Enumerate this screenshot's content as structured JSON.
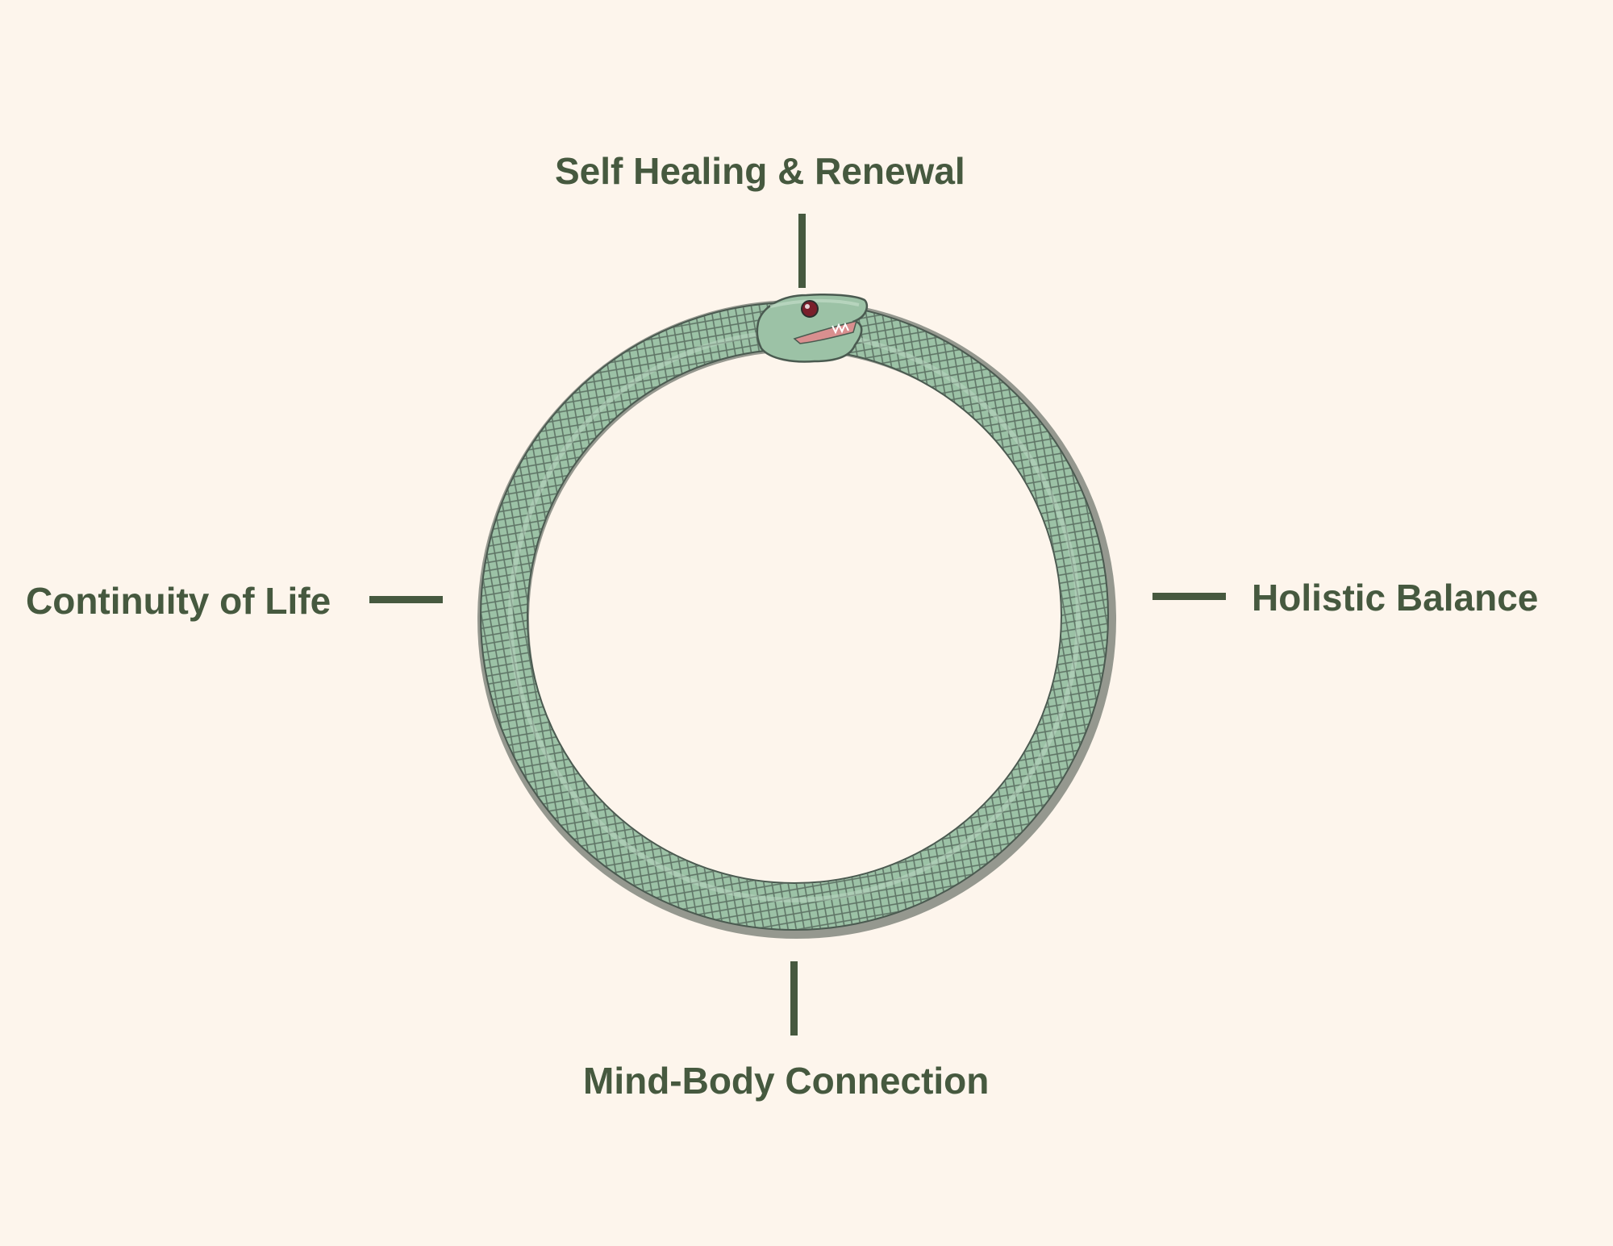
{
  "colors": {
    "background": "#fdf5ec",
    "label_text": "#46593f",
    "connector": "#46593f",
    "snake_body": "#9cc2a6",
    "snake_body_light": "#c2dcc8",
    "snake_shadow": "#3f4a44",
    "snake_eye": "#7a1f2b",
    "snake_mouth": "#d98f8f"
  },
  "diagram": {
    "center_icon": "ouroboros-snake-icon",
    "labels": {
      "top": "Self Healing & Renewal",
      "right": "Holistic Balance",
      "bottom": "Mind-Body Connection",
      "left": "Continuity of Life"
    }
  }
}
